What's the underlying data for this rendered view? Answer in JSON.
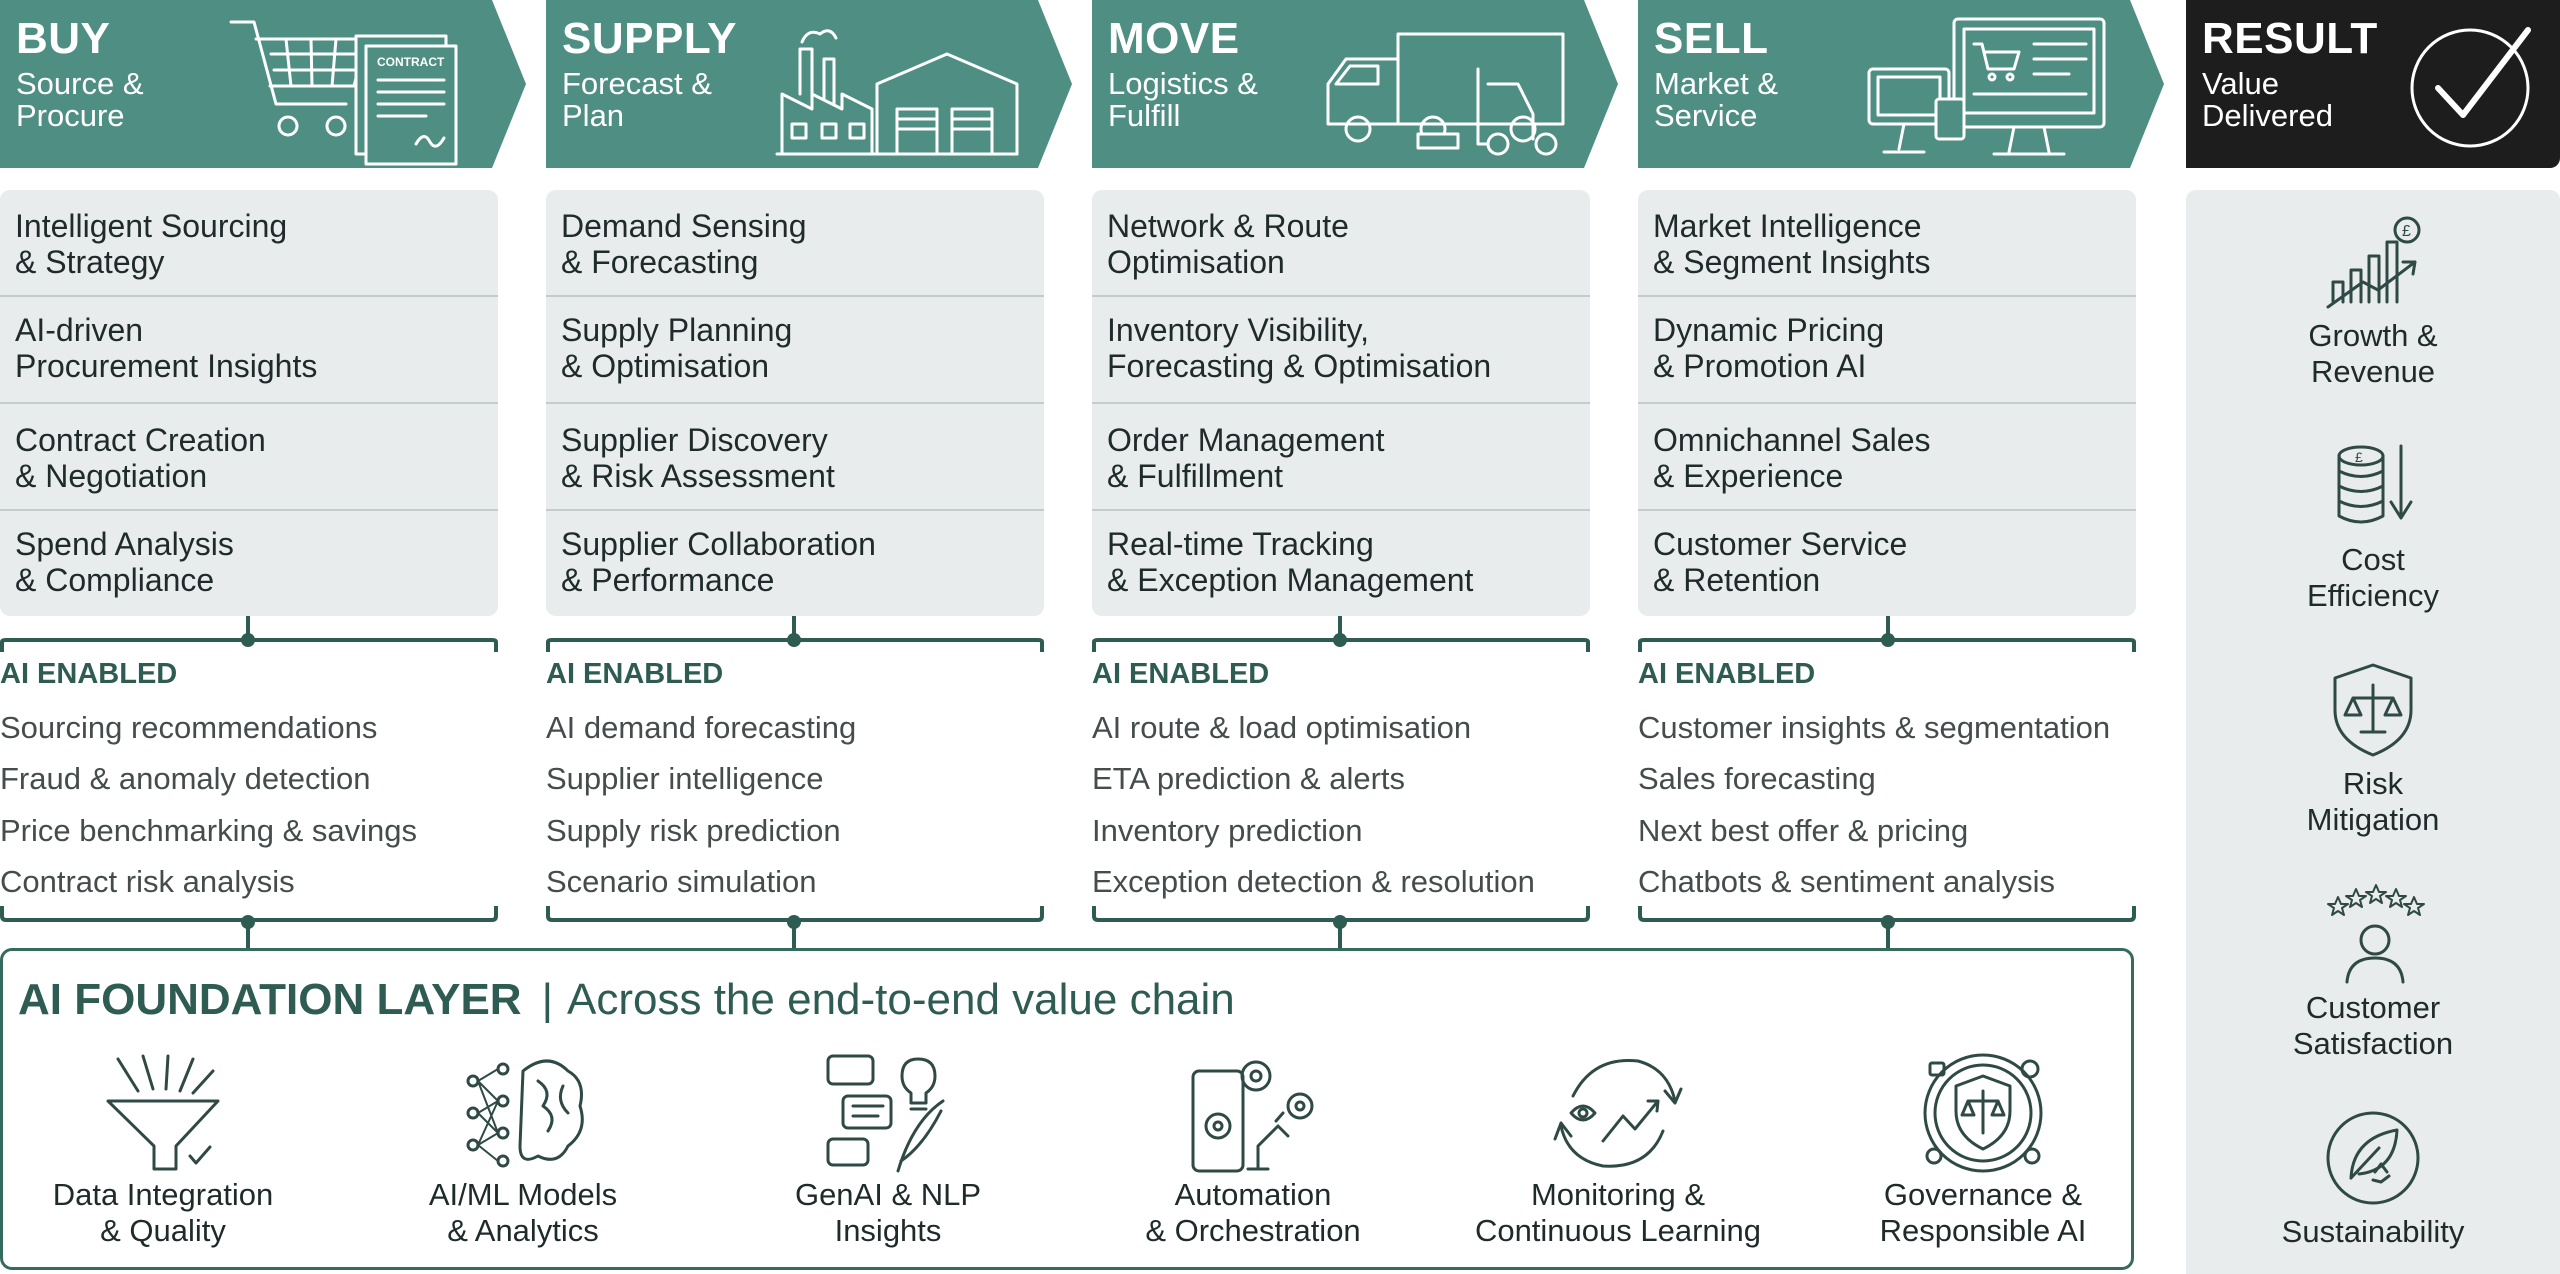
{
  "stages": [
    {
      "title": "BUY",
      "sub": [
        "Source &",
        "Procure"
      ],
      "art": "cart-contract-icon",
      "functions": [
        [
          "Intelligent Sourcing",
          "& Strategy"
        ],
        [
          "AI-driven",
          "Procurement Insights"
        ],
        [
          "Contract Creation",
          "& Negotiation"
        ],
        [
          "Spend Analysis",
          "& Compliance"
        ]
      ],
      "ai_label": "AI ENABLED",
      "ai": [
        "Sourcing recommendations",
        "Fraud & anomaly detection",
        "Price benchmarking & savings",
        "Contract risk analysis"
      ]
    },
    {
      "title": "SUPPLY",
      "sub": [
        "Forecast &",
        "Plan"
      ],
      "art": "factory-warehouse-icon",
      "functions": [
        [
          "Demand Sensing",
          "& Forecasting"
        ],
        [
          "Supply Planning",
          "& Optimisation"
        ],
        [
          "Supplier Discovery",
          "& Risk Assessment"
        ],
        [
          "Supplier Collaboration",
          "& Performance"
        ]
      ],
      "ai_label": "AI ENABLED",
      "ai": [
        "AI demand forecasting",
        "Supplier intelligence",
        "Supply risk prediction",
        "Scenario simulation"
      ]
    },
    {
      "title": "MOVE",
      "sub": [
        "Logistics &",
        "Fulfill"
      ],
      "art": "truck-forklift-icon",
      "functions": [
        [
          "Network & Route",
          "Optimisation"
        ],
        [
          "Inventory Visibility,",
          "Forecasting & Optimisation"
        ],
        [
          "Order Management",
          "& Fulfillment"
        ],
        [
          "Real-time Tracking",
          "& Exception Management"
        ]
      ],
      "ai_label": "AI ENABLED",
      "ai": [
        "AI route & load optimisation",
        "ETA prediction & alerts",
        "Inventory prediction",
        "Exception detection & resolution"
      ]
    },
    {
      "title": "SELL",
      "sub": [
        "Market &",
        "Service"
      ],
      "art": "pos-ecommerce-icon",
      "functions": [
        [
          "Market Intelligence",
          "& Segment Insights"
        ],
        [
          "Dynamic Pricing",
          "& Promotion AI"
        ],
        [
          "Omnichannel Sales",
          "& Experience"
        ],
        [
          "Customer Service",
          "& Retention"
        ]
      ],
      "ai_label": "AI ENABLED",
      "ai": [
        "Customer insights & segmentation",
        "Sales forecasting",
        "Next best offer & pricing",
        "Chatbots & sentiment analysis"
      ]
    }
  ],
  "result": {
    "title": "RESULT",
    "sub": [
      "Value",
      "Delivered"
    ],
    "art": "checkmark-circle-icon",
    "items": [
      {
        "label": [
          "Growth &",
          "Revenue"
        ],
        "icon": "growth-chart-icon"
      },
      {
        "label": [
          "Cost",
          "Efficiency"
        ],
        "icon": "coins-down-icon"
      },
      {
        "label": [
          "Risk",
          "Mitigation"
        ],
        "icon": "shield-scales-icon"
      },
      {
        "label": [
          "Customer",
          "Satisfaction"
        ],
        "icon": "customer-stars-icon"
      },
      {
        "label": [
          "Sustainability"
        ],
        "icon": "leaf-recycle-icon"
      }
    ]
  },
  "foundation": {
    "title": "AI FOUNDATION LAYER",
    "separator": "|",
    "subtitle": "Across the end-to-end value chain",
    "items": [
      {
        "label": [
          "Data Integration",
          "& Quality"
        ],
        "icon": "funnel-icon"
      },
      {
        "label": [
          "AI/ML Models",
          "& Analytics"
        ],
        "icon": "neural-brain-icon"
      },
      {
        "label": [
          "GenAI & NLP",
          "Insights"
        ],
        "icon": "chat-bulb-icon"
      },
      {
        "label": [
          "Automation",
          "& Orchestration"
        ],
        "icon": "gears-robot-arm-icon"
      },
      {
        "label": [
          "Monitoring &",
          "Continuous Learning"
        ],
        "icon": "eye-cycle-icon"
      },
      {
        "label": [
          "Governance &",
          "Responsible AI"
        ],
        "icon": "governance-shield-icon"
      }
    ]
  },
  "colors": {
    "teal": "#4f8f83",
    "dark_teal": "#2f5c52",
    "black": "#1d1d1d",
    "panel": "#e8ecec"
  }
}
